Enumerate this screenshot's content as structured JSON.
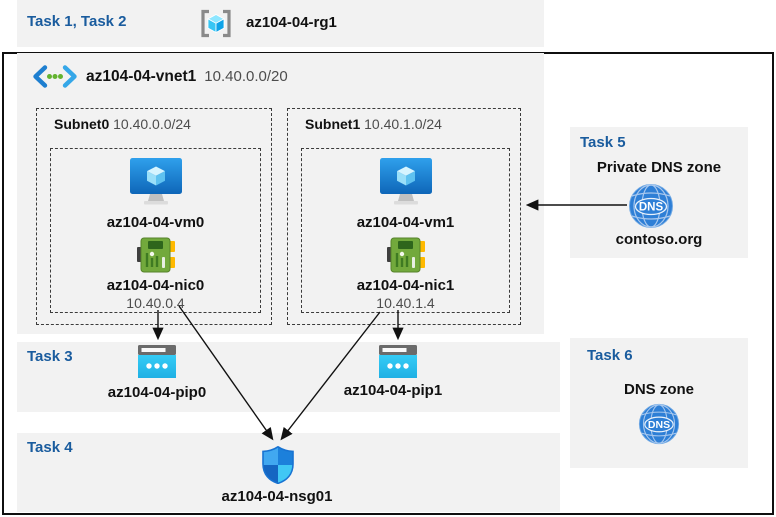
{
  "colors": {
    "band_bg": "#f2f2f2",
    "task_heading": "#1a5c9e",
    "frame_border": "#0f0f0f",
    "text_primary": "#111111",
    "text_secondary": "#4d4d4d",
    "pip_cyan": "#2ec2ee",
    "nic_green": "#72a93c",
    "dns_blue": "#2e7fd6"
  },
  "header_band": {
    "heading": "Task 1, Task 2",
    "resource_group": "az104-04-rg1"
  },
  "vnet": {
    "name": "az104-04-vnet1",
    "cidr": "10.40.0.0/20",
    "subnets": [
      {
        "name": "Subnet0",
        "cidr": "10.40.0.0/24",
        "vm_name": "az104-04-vm0",
        "nic_name": "az104-04-nic0",
        "nic_ip": "10.40.0.4"
      },
      {
        "name": "Subnet1",
        "cidr": "10.40.1.0/24",
        "vm_name": "az104-04-vm1",
        "nic_name": "az104-04-nic1",
        "nic_ip": "10.40.1.4"
      }
    ]
  },
  "task3": {
    "heading": "Task 3",
    "pip0": "az104-04-pip0",
    "pip1": "az104-04-pip1"
  },
  "task4": {
    "heading": "Task 4",
    "nsg": "az104-04-nsg01"
  },
  "task5": {
    "heading": "Task 5",
    "title": "Private DNS zone",
    "zone_name": "contoso.org"
  },
  "task6": {
    "heading": "Task 6",
    "title": "DNS zone"
  },
  "icons": {
    "dns_text": "DNS"
  }
}
